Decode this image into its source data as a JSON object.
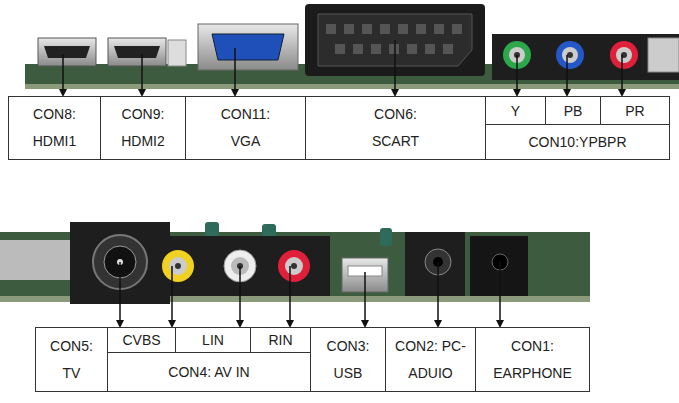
{
  "diagram": {
    "labels": [
      "CON8: HDMI1",
      "CON9: HDMI2",
      "CON11: VGA",
      "CON6: SCART",
      "Y",
      "PB",
      "PR",
      "CON10:YPBPR",
      "CON5: TV",
      "CVBS",
      "LIN",
      "RIN",
      "CON4: AV IN",
      "CON3: USB",
      "CON2: PC-ADUIO",
      "CON1: EARPHONE"
    ]
  }
}
